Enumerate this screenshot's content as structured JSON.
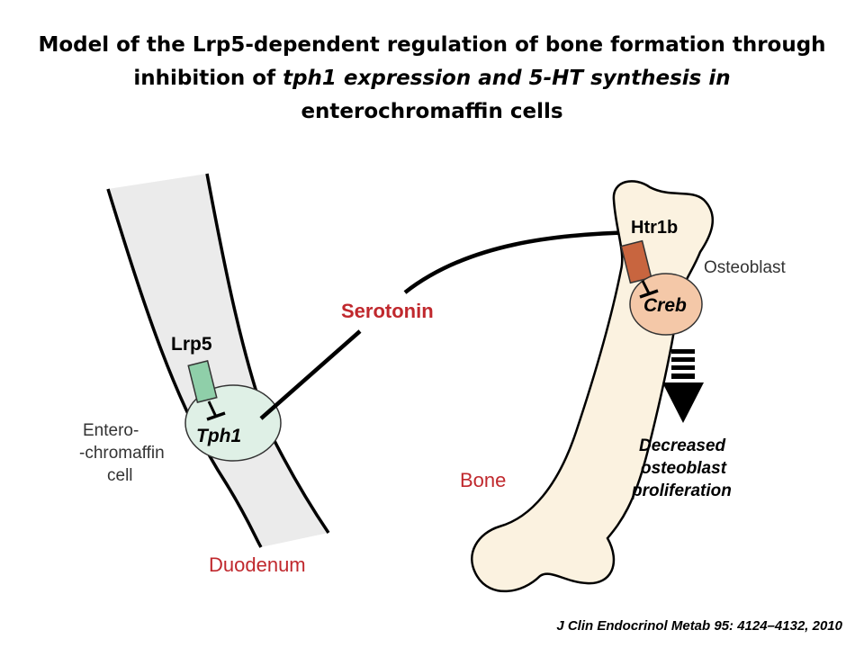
{
  "title": {
    "part1": "Model of the Lrp5-dependent regulation of bone formation through inhibition of ",
    "part2_italic": "tph1 expression and 5-HT synthesis in",
    "part3": " enterochromaffin cells"
  },
  "diagram": {
    "lrp5": "Lrp5",
    "tph1": "Tph1",
    "entero_line1": "Entero-",
    "entero_line2": "-chromaffin",
    "entero_line3": "cell",
    "duodenum": "Duodenum",
    "serotonin": "Serotonin",
    "htr1b": "Htr1b",
    "creb": "Creb",
    "osteoblast": "Osteoblast",
    "bone": "Bone",
    "outcome_line1": "Decreased",
    "outcome_line2": "osteoblast",
    "outcome_line3": "proliferation"
  },
  "citation": "J Clin Endocrinol  Metab 95: 4124–4132, 2010",
  "colors": {
    "duodenum_fill": "#ebebeb",
    "cell_fill": "#dff0e6",
    "lrp5_fill": "#8fcfa9",
    "bone_fill": "#fbf2e0",
    "htr1b_fill": "#c8653f",
    "creb_fill": "#f4c8a8",
    "accent_red": "#c0282d"
  }
}
